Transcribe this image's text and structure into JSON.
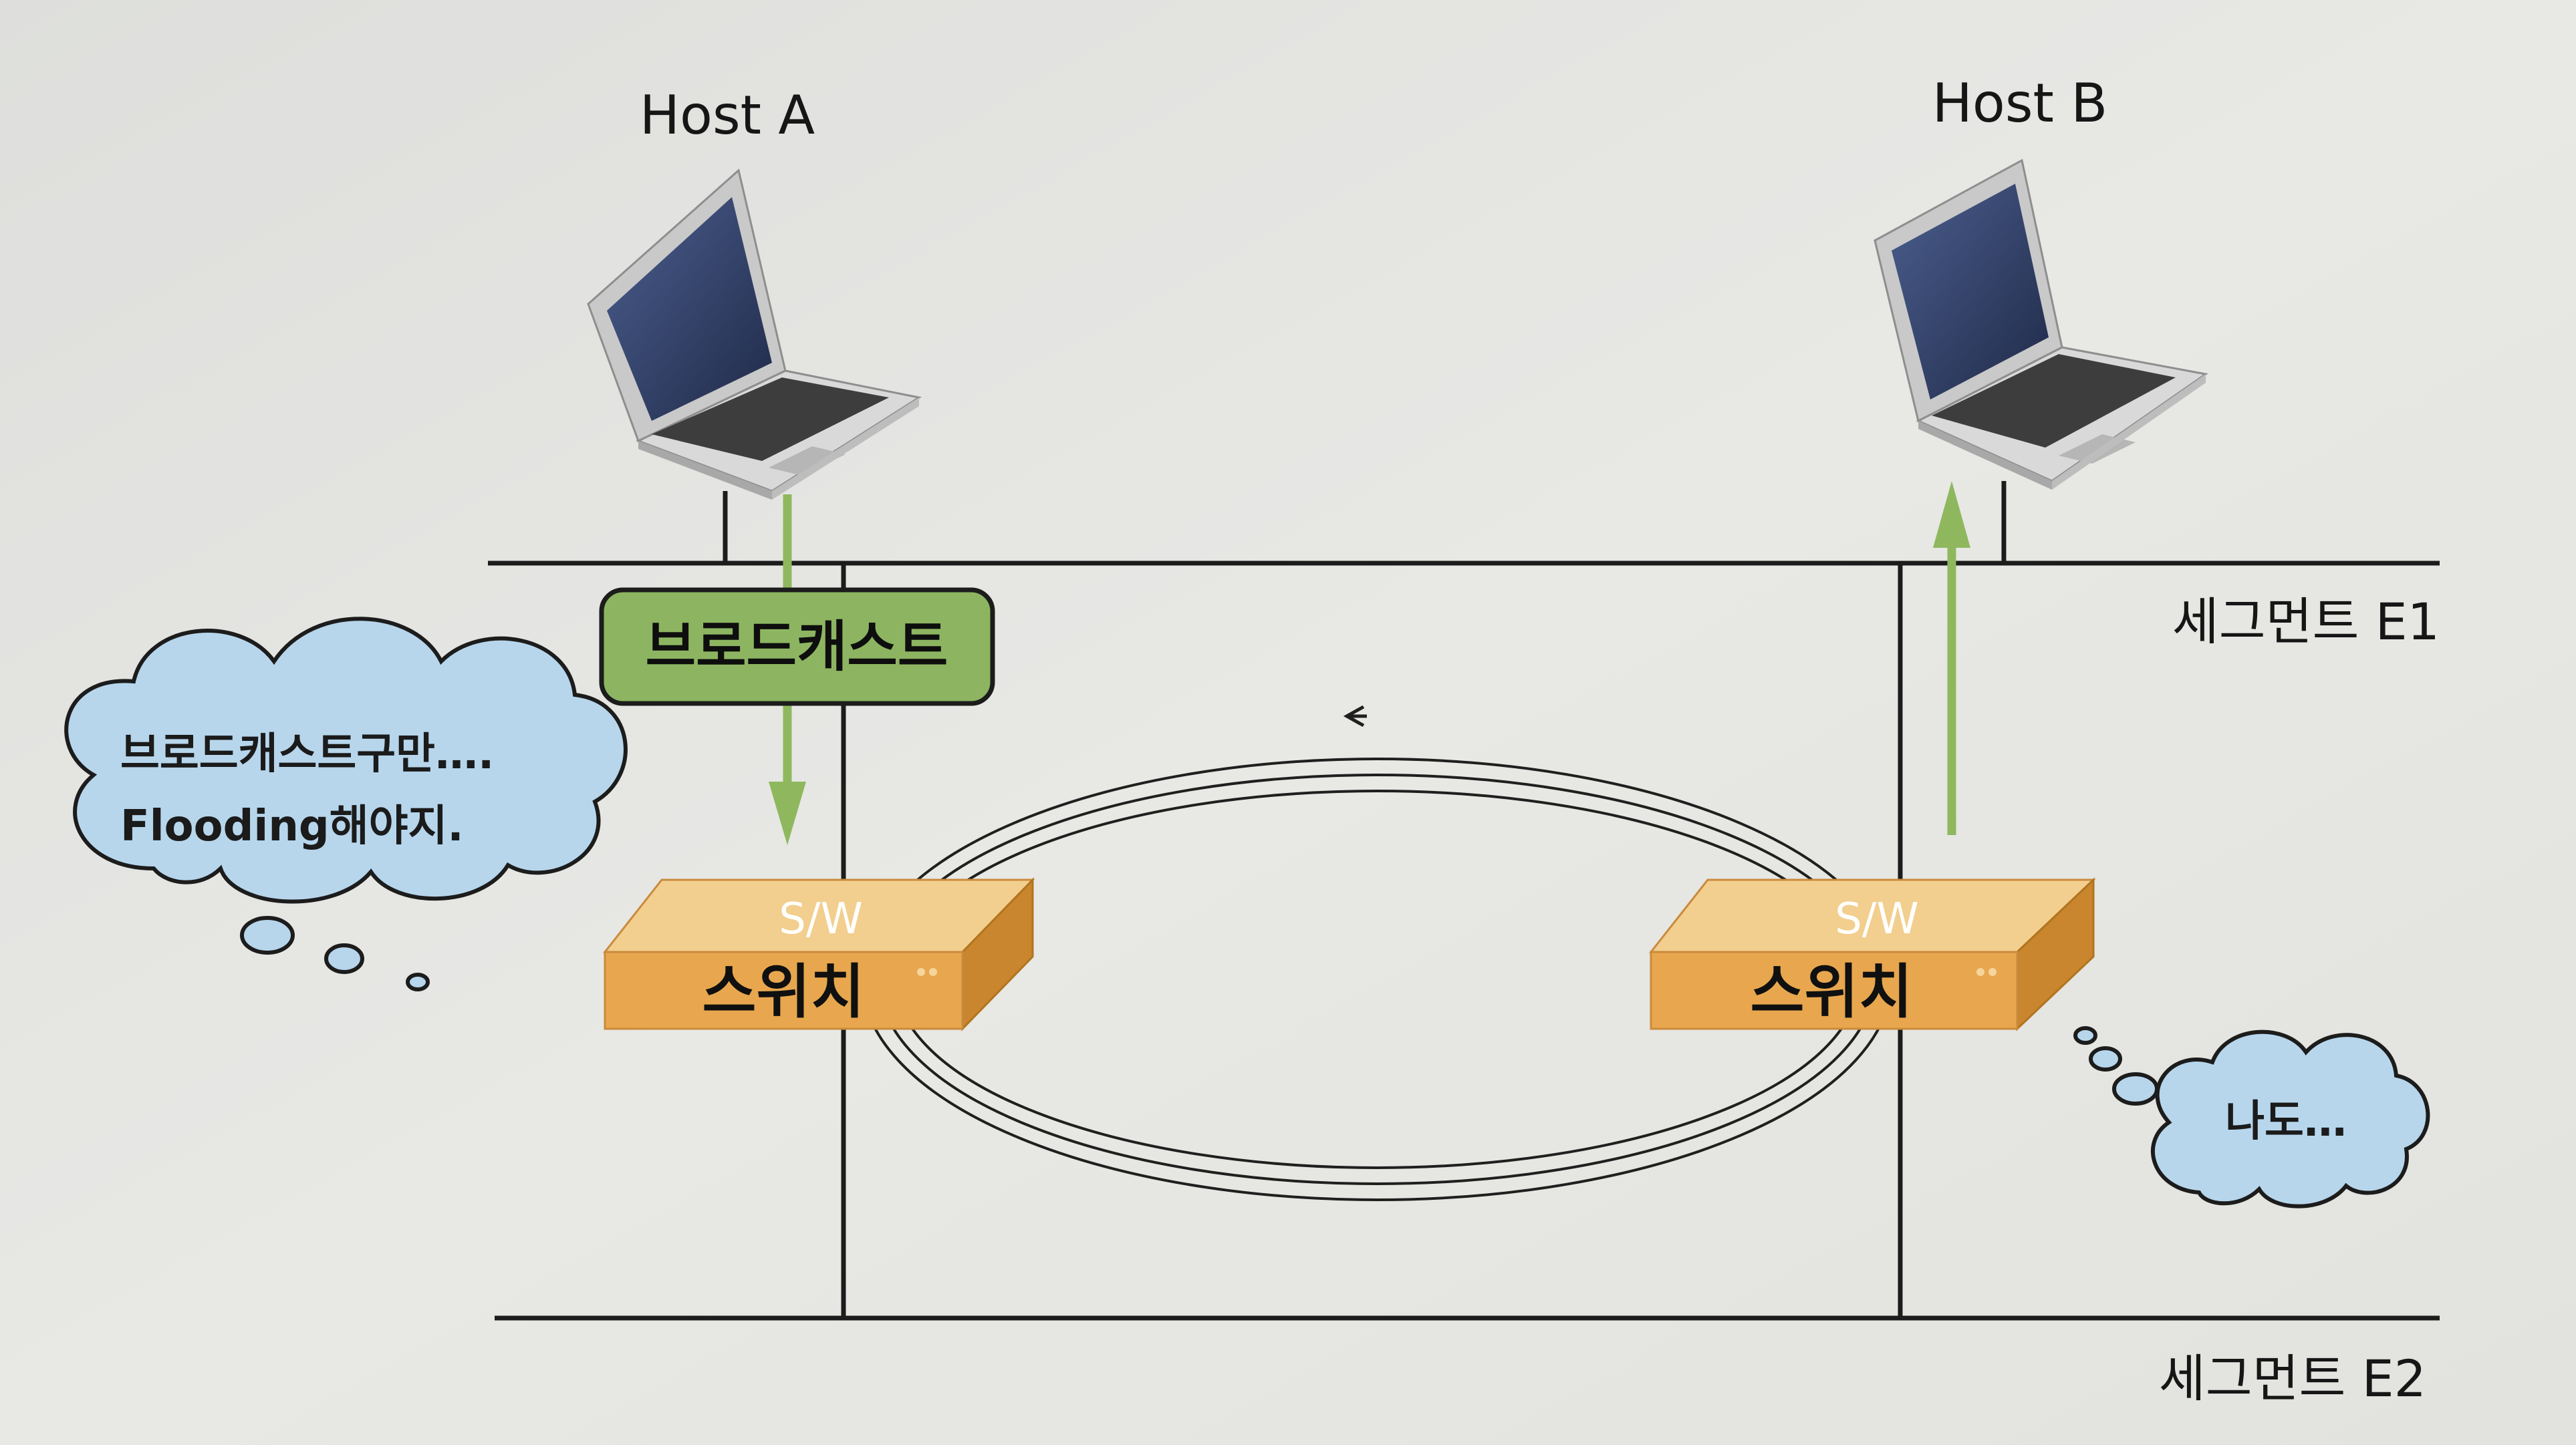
{
  "hosts": {
    "a": {
      "label": "Host A"
    },
    "b": {
      "label": "Host B"
    }
  },
  "segments": {
    "e1": {
      "label": "세그먼트 E1"
    },
    "e2": {
      "label": "세그먼트 E2"
    }
  },
  "broadcast_box": {
    "label": "브로드캐스트"
  },
  "switches": {
    "left": {
      "top_label": "S/W",
      "label": "스위치"
    },
    "right": {
      "top_label": "S/W",
      "label": "스위치"
    }
  },
  "thoughts": {
    "left": {
      "line1": "브로드캐스트구만….",
      "line2": "Flooding해야지."
    },
    "right": {
      "text": "나도…"
    }
  },
  "colors": {
    "broadcast_fill": "#8db561",
    "switch_fill": "#e8a74e",
    "cloud_fill": "#b7d6ec",
    "arrow": "#8fb85e"
  }
}
